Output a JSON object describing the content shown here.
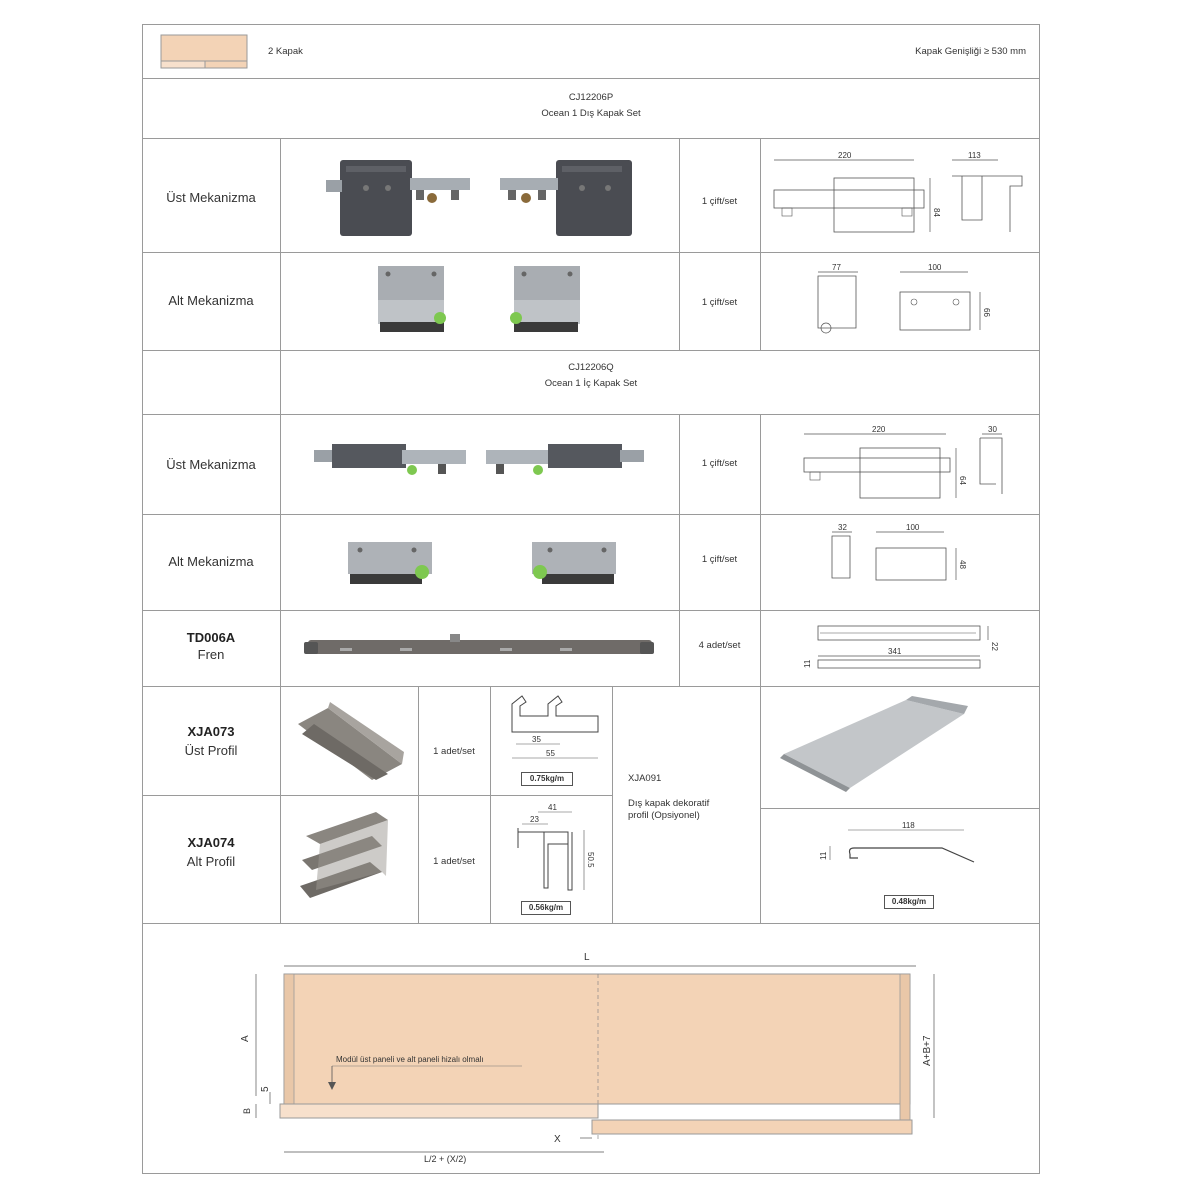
{
  "header": {
    "doors": "2 Kapak",
    "width_req": "Kapak Genişliği ≥ 530 mm"
  },
  "set1": {
    "code": "CJ12206P",
    "name": "Ocean 1 Dış Kapak Set"
  },
  "set2": {
    "code": "CJ12206Q",
    "name": "Ocean 1 İç Kapak Set"
  },
  "rows": {
    "r1": {
      "label": "Üst Mekanizma",
      "qty": "1 çift/set",
      "dims": [
        "220",
        "113",
        "84"
      ]
    },
    "r2": {
      "label": "Alt Mekanizma",
      "qty": "1 çift/set",
      "dims": [
        "77",
        "100",
        "66"
      ]
    },
    "r3": {
      "label": "Üst Mekanizma",
      "qty": "1 çift/set",
      "dims": [
        "220",
        "30",
        "64"
      ]
    },
    "r4": {
      "label": "Alt Mekanizma",
      "qty": "1 çift/set",
      "dims": [
        "32",
        "100",
        "48"
      ]
    },
    "r5": {
      "code": "TD006A",
      "label": "Fren",
      "qty": "4 adet/set",
      "dims": [
        "22",
        "11",
        "341"
      ]
    }
  },
  "profiles": {
    "upper": {
      "code": "XJA073",
      "label": "Üst Profil",
      "qty": "1 adet/set",
      "dims": [
        "35",
        "55"
      ],
      "weight": "0.75kg/m"
    },
    "lower": {
      "code": "XJA074",
      "label": "Alt Profil",
      "qty": "1 adet/set",
      "dims": [
        "41",
        "23",
        "50.5"
      ],
      "weight": "0.56kg/m"
    },
    "deco": {
      "code": "XJA091",
      "desc1": "Dış kapak dekoratif",
      "desc2": "profil (Opsiyonel)",
      "dims": [
        "118",
        "11"
      ],
      "weight": "0.48kg/m"
    }
  },
  "diagram": {
    "L": "L",
    "A": "A",
    "B": "B",
    "five": "5",
    "ABplus": "A+B+7",
    "X": "X",
    "half": "L/2 + (X/2)",
    "note": "Modül üst paneli ve alt paneli hizalı olmalı"
  },
  "colors": {
    "panel": "#f3d3b6",
    "panel_light": "#f7e0cc",
    "border": "#9a9a9a"
  }
}
